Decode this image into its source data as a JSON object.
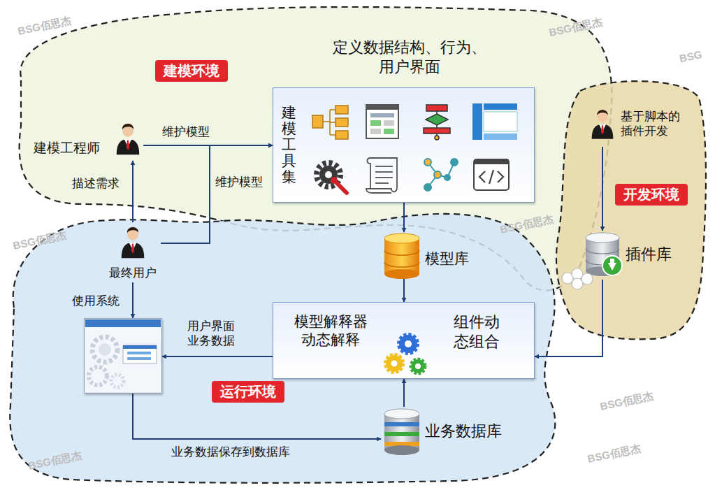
{
  "diagram": {
    "nodes": [
      {
        "text": [
          "建模环境"
        ]
      },
      {
        "text": [
          "运行环境"
        ]
      },
      {
        "text": [
          "开发环境"
        ]
      },
      {
        "text": [
          "建模工程师"
        ],
        "in": 0
      },
      {
        "text": [
          "定义数据结构、行为、 用户界面",
          "建模工具集"
        ],
        "in": 0
      },
      {
        "text": [
          "最终用户"
        ],
        "in": 1
      },
      {
        "text": [
          "模型库"
        ],
        "in": 1
      },
      {
        "text": [
          "基于脚本的 插件开发"
        ],
        "in": 2
      },
      {
        "text": [
          "插件库"
        ],
        "in": 2
      },
      {
        "text": [],
        "in": 1
      },
      {
        "text": [
          "模型解释器 动态解释",
          "组件动 态组合"
        ],
        "in": 1
      },
      {
        "text": [
          "业务数据库"
        ],
        "in": 1
      }
    ],
    "edges": [
      {
        "from": 5,
        "to": 3,
        "label": "描述需求",
        "arrow": "to"
      },
      {
        "from": 3,
        "to": 4,
        "label": "维护模型",
        "arrow": "to"
      },
      {
        "from": 5,
        "to": 4,
        "label": "维护模型",
        "arrow": "to"
      },
      {
        "from": 4,
        "to": 6,
        "arrow": "to"
      },
      {
        "from": 6,
        "to": 10,
        "arrow": "to"
      },
      {
        "from": 7,
        "to": 8,
        "arrow": "to"
      },
      {
        "from": 8,
        "to": 10,
        "arrow": "to"
      },
      {
        "from": 11,
        "to": 10,
        "arrow": "to"
      },
      {
        "from": 10,
        "to": 9,
        "label": "用户界面 业务数据",
        "arrow": "to"
      },
      {
        "from": 5,
        "to": 9,
        "label": "使用系统",
        "arrow": "to"
      },
      {
        "from": 9,
        "to": 11,
        "label": "业务数据保存到数据库",
        "arrow": "to"
      }
    ],
    "labels": [
      "BSG佰思杰",
      "BSG佰思杰",
      "BSG",
      "BSG佰思杰",
      "BSG佰思杰",
      "BSG佰思杰",
      "BSG佰思杰",
      "BSG佰思杰"
    ]
  }
}
